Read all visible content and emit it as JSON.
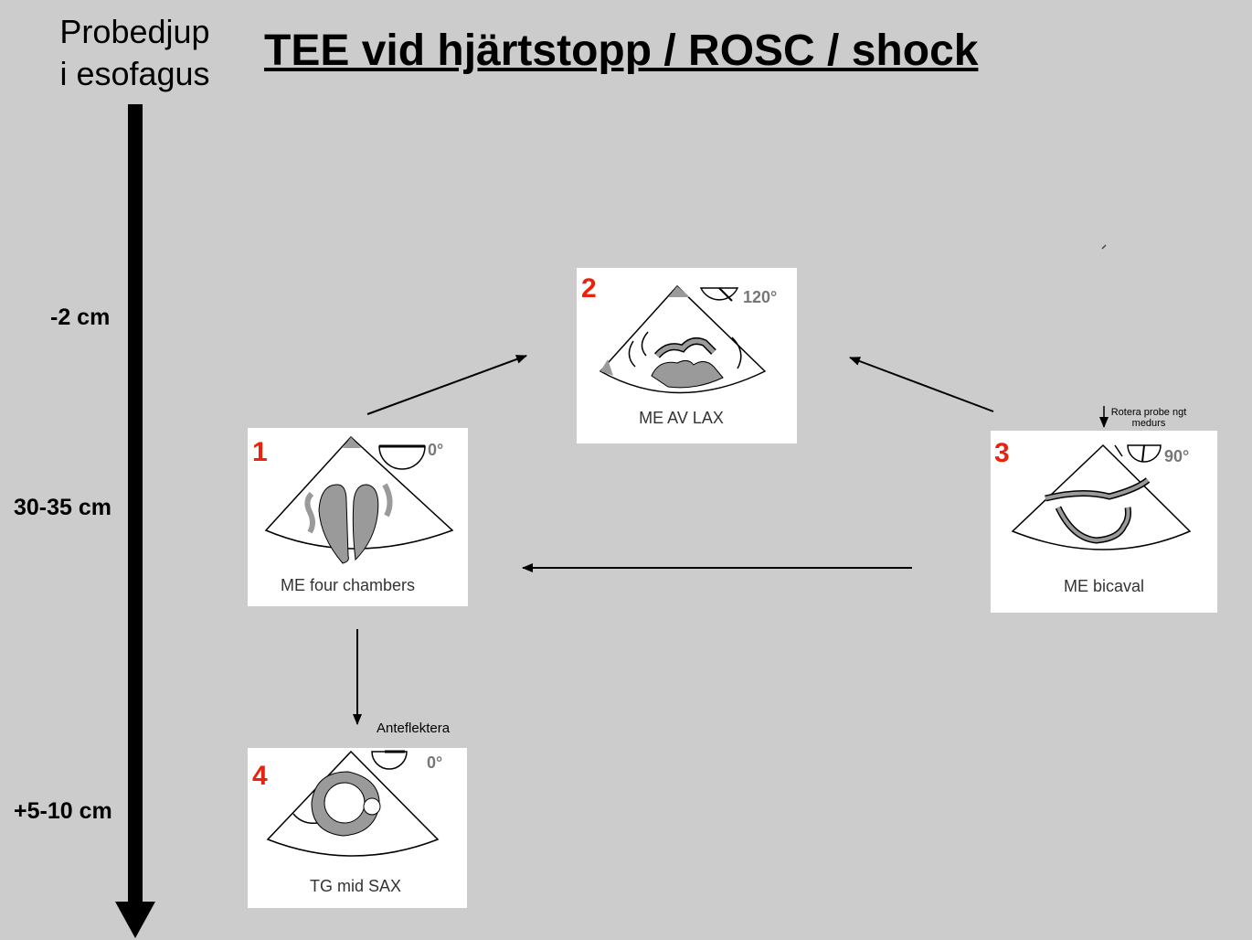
{
  "axis": {
    "title_line1": "Probedjup",
    "title_line2": "i esofagus",
    "depths": [
      "-2 cm",
      "30-35 cm",
      "+5-10 cm"
    ]
  },
  "title": "TEE vid hjärtstopp / ROSC / shock",
  "views": [
    {
      "number": "1",
      "label": "ME four chambers",
      "angle": "0°"
    },
    {
      "number": "2",
      "label": "ME AV LAX",
      "angle": "120°"
    },
    {
      "number": "3",
      "label": "ME bicaval",
      "angle": "90°"
    },
    {
      "number": "4",
      "label": "TG mid SAX",
      "angle": "0°"
    }
  ],
  "notes": {
    "anteflex": "Anteflektera",
    "rotate_line1": "Rotera probe ngt",
    "rotate_line2": "medurs"
  },
  "colors": {
    "background": "#cccccc",
    "number": "#e8220c",
    "tissue": "#9a9a9a"
  }
}
